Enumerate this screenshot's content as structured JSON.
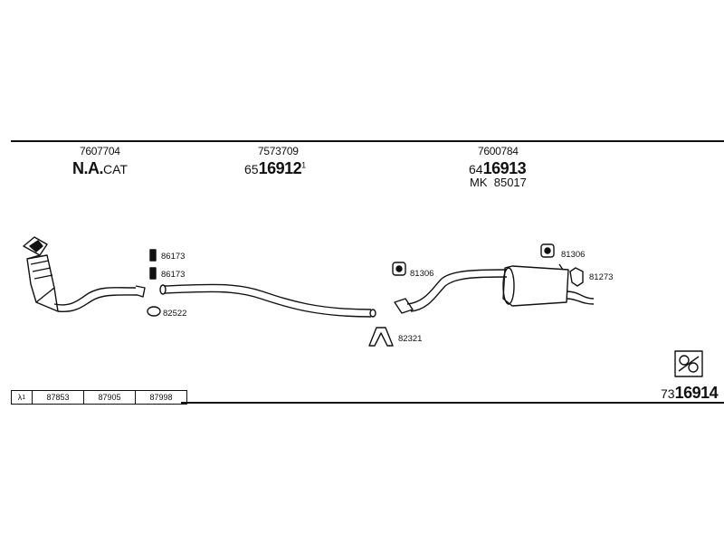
{
  "header": {
    "left": {
      "part_number": "7607704",
      "name_main": "N.A.",
      "name_suffix": "CAT"
    },
    "center": {
      "part_number": "7573709",
      "code_prefix": "65",
      "code_main": "16912",
      "code_sup": "1"
    },
    "right": {
      "part_number": "7600784",
      "code_prefix": "64",
      "code_main": "16913",
      "mk_label": "MK",
      "mk_value": "85017"
    }
  },
  "hardware_labels": {
    "h1": "86173",
    "h2": "86173",
    "h3": "82522",
    "h4": "81306",
    "h5": "82321",
    "h6": "81306",
    "h7": "81273"
  },
  "lambda_table": {
    "symbol": "λ",
    "sup": "1",
    "values": [
      "87853",
      "87905",
      "87998"
    ]
  },
  "footer_code": {
    "prefix": "73",
    "main": "16914"
  }
}
